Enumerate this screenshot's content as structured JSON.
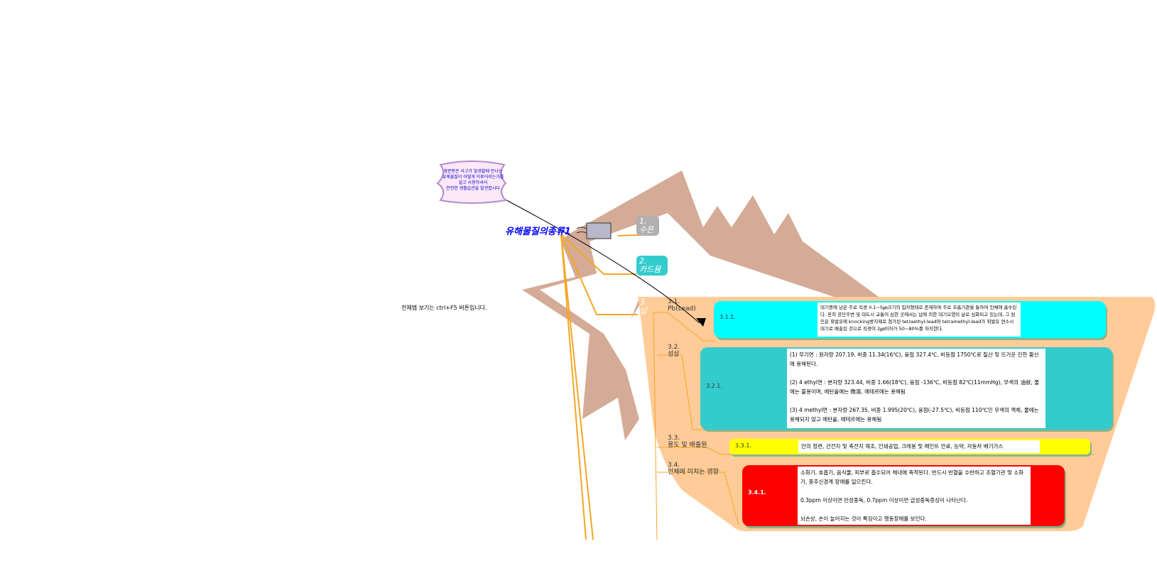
{
  "hint": "전체맵 보기는 ctrl+F5 버튼입니다.",
  "cloud_note": [
    "영문판은 사고가 발생할때 만나는",
    "유해물질이 어떻게 이루어지는가를",
    "알고 사용하셔서",
    "안전한 생활습관을 발견합시다"
  ],
  "root": {
    "title": "유해물질의종류1"
  },
  "branches": [
    {
      "number": "1.",
      "label": "수은",
      "color": "#b0b0b0"
    },
    {
      "number": "2.",
      "label": "카드뮴",
      "color": "#33cccc"
    },
    {
      "number": "3.",
      "label": "납",
      "color": "#ffcc99"
    }
  ],
  "lead": {
    "subtopics": [
      {
        "number": "3.1.",
        "label": "Pb(Lead)",
        "child_number": "3.1.1.",
        "color": "#00ffff",
        "text": "대기중에 남은 주로 직경 0.1~5㎛크기의 입자형태로 존재하며 주로 호흡기관을 통하여 인체에 흡수된다. 흔히 공단주변 및 대도시 교통이 심한 곳에서는 납에 의한 대기오염이 날로 심화되고 있는데, 그 원인은 휘발유에 knocking방지제로 첨가된 tetraethyl-lead와 tetramethyl-lead가 휘발유 연소시 대기로 배출된 것으로 직경이 2㎛이하가 50~80%를 차지한다."
      },
      {
        "number": "3.2.",
        "label": "성상",
        "child_number": "3.2.1.",
        "color": "#33cccc",
        "paragraphs": [
          "(1) 무기연 : 원자량 207.19, 비중 11.34(16℃), 융점 327.4℃, 비등점 1750℃로 질산 및 뜨거운 진한 황산에 용해된다.",
          "(2) 4 ethyl연 : 분자량 323.44, 비중 1.66(18℃), 융점 -136℃, 비등점 82℃(11mmHg), 무색의 油狀, 물에는 불용이며, 에탄올에는 微溶, 에테르에는 용해됨",
          "(3) 4 methyl연 : 분자량 267.35, 비중 1.995(20℃), 융점(-27.5℃), 비등점 110℃인 무색의 액체, 물에는 용해되지 않고 에탄올, 에테르에는 용해됨"
        ]
      },
      {
        "number": "3.3.",
        "label": "용도 및 배출원",
        "child_number": "3.3.1.",
        "color": "#ffff00",
        "text": "안의 정련, 건전지 및 축전지 제조, 인쇄공업, 크레용 및 페인트 안료, 농약, 자동차 배기가스"
      },
      {
        "number": "3.4.",
        "label": "인체에 미치는 영향",
        "child_number": "3.4.1.",
        "color": "#ff0000",
        "paragraphs": [
          "소화기, 호흡기, 음식물, 피부로 흡수되어 체내에 축적된다. 반드시 빈혈을 수반하고 조혈기관 및 소화기, 중추신경계 장애를 일으킨다.",
          "0.3ppm 이상이면 만성중독, 0.7ppm 이상이면 급성중독증상이 나타난다.",
          "뇌손상, 손이 늘어지는 것이 특징이고 행동장애를 보인다."
        ]
      }
    ]
  }
}
